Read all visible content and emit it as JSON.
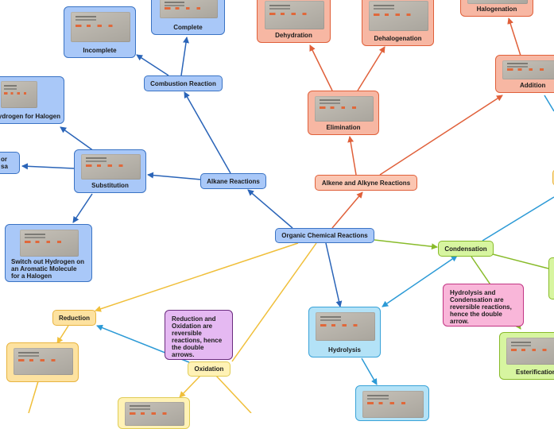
{
  "diagram": {
    "central": "Organic Chemical Reactions",
    "alkane": "Alkane Reactions",
    "alkene": "Alkene and Alkyne Reactions",
    "combustion": "Combustion Reaction",
    "complete": "Complete",
    "incomplete": "Incomplete",
    "substitution": "Substitution",
    "hydrogen_halogen": "Hydrogen for Halogen",
    "left_partial": "or\nsa",
    "aromatic": "Switch out Hydrogen on an Aromatic Molecule for a Halogen",
    "elimination": "Elimination",
    "dehydration": "Dehydration",
    "dehalogenation": "Dehalogenation",
    "halogenation": "Halogenation",
    "addition": "Addition",
    "condensation": "Condensation",
    "hydrolysis_condensation_note": "Hydrolysis and Condensation are reversible reactions, hence the double arrow.",
    "esterification": "Esterification",
    "hydrolysis": "Hydrolysis",
    "reduction": "Reduction",
    "oxidation": "Oxidation",
    "redox_note": "Reduction and Oxidation are reversible reactions, hence the double arrows."
  },
  "colors": {
    "blue": "#3a73c4",
    "orange": "#e0603a",
    "yellow": "#e8c530",
    "green": "#88bb2a",
    "cyan": "#3aa3d8"
  }
}
